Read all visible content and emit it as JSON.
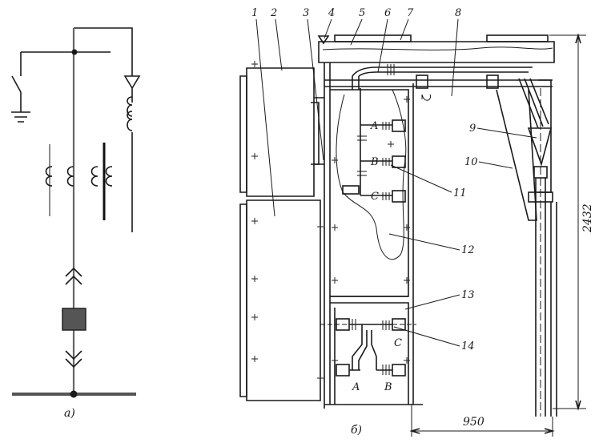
{
  "diagram": {
    "label_a": "а)",
    "label_b": "б)",
    "numbers": [
      "1",
      "2",
      "3",
      "4",
      "5",
      "6",
      "7",
      "8",
      "9",
      "10",
      "11",
      "12",
      "13",
      "14"
    ],
    "phases_upper": [
      "A",
      "B",
      "C"
    ],
    "phases_lower": [
      "C",
      "A",
      "B"
    ],
    "dim_height": "2432",
    "dim_width": "950"
  }
}
